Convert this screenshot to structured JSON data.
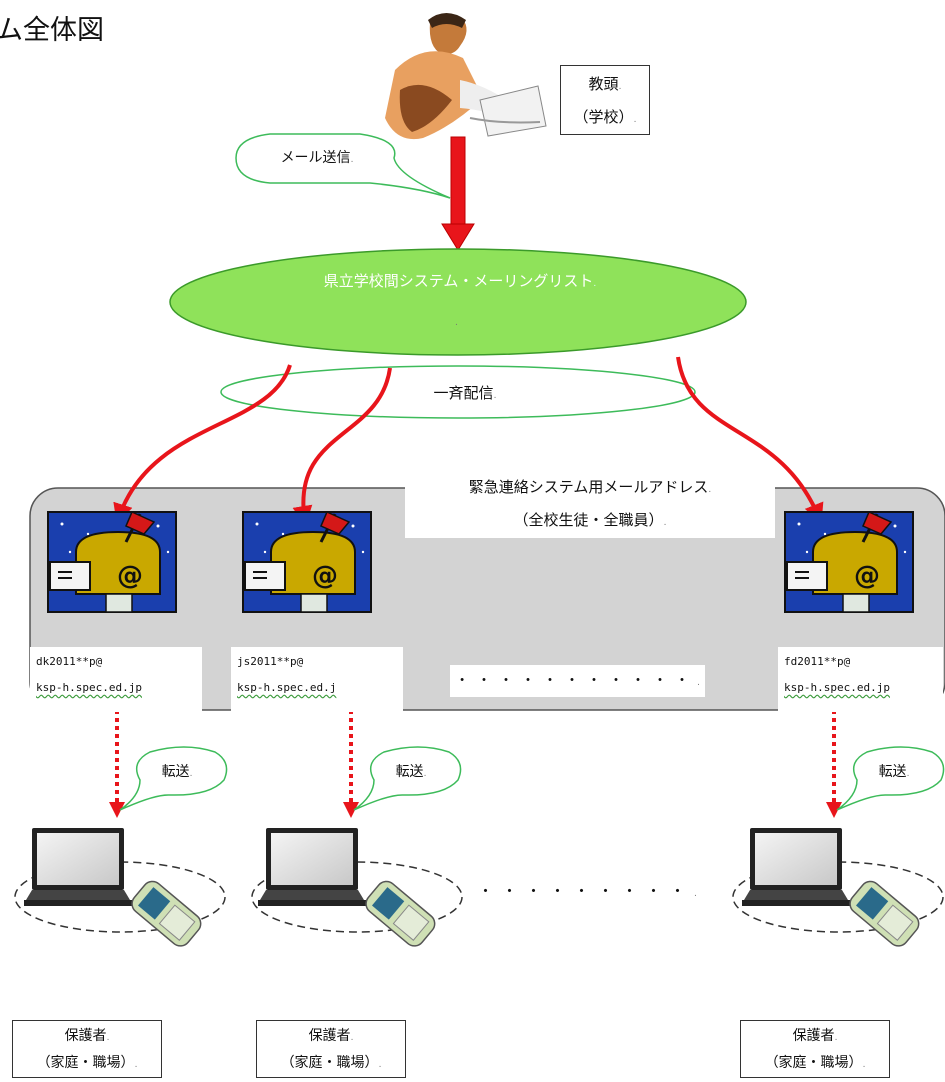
{
  "title": "ム全体図",
  "sender": {
    "line1": "教頭",
    "line2": "（学校）"
  },
  "mail_send": "メール送信",
  "mailing_list": "県立学校間システム・メーリングリスト",
  "broadcast": "一斉配信",
  "system_address": {
    "line1": "緊急連絡システム用メールアドレス",
    "line2": "（全校生徒・全職員）"
  },
  "addresses": [
    {
      "user": "dk2011**p@",
      "domain": "ksp-h.spec.ed.jp"
    },
    {
      "user": "js2011**p@",
      "domain": "ksp-h.spec.ed.j"
    },
    {
      "user": "fd2011**p@",
      "domain": "ksp-h.spec.ed.jp"
    }
  ],
  "middle_dots": "・・・・・・・・・・・",
  "forward": "転送",
  "bottom_dots": "・・・・・・・・・",
  "guardians": [
    {
      "line1": "保護者",
      "line2": "（家庭・職場）"
    },
    {
      "line1": "保護者",
      "line2": "（家庭・職場）"
    },
    {
      "line1": "保護者",
      "line2": "（家庭・職場）"
    }
  ],
  "colors": {
    "arrow_red": "#e8151b",
    "ellipse_green": "#8fe25a",
    "callout_stroke": "#3dbb5a",
    "panel_gray": "#d3d3d3",
    "mailbox_blue": "#1a3fae",
    "mailbox_gold": "#c9a800"
  },
  "icons": [
    "teacher-icon",
    "mailbox-icon",
    "laptop-icon",
    "cellphone-icon"
  ]
}
